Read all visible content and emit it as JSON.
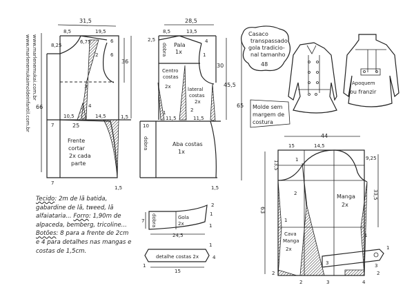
{
  "websites": [
    "www.marlenemukai.com.br",
    "www.marlenemukaimoldeinfantil.com.br"
  ],
  "front": {
    "width_top": "31,5",
    "neck_w": "8,5",
    "shoulder_w": "19,5",
    "neck_d": "8,25",
    "dart_top": "6,75",
    "dart_val": "2",
    "shoulder_drop": "6",
    "armhole": "6",
    "bust_h": "36",
    "total_h": "66",
    "dart_mid": "3",
    "dart_bottom": "4",
    "waist_left": "10,5",
    "waist_right": "14,5",
    "side": "1,5",
    "overlap_top": "7",
    "skirt_w": "25",
    "overlap_bottom": "7",
    "hem": "1,5",
    "label": [
      "Frente",
      "cortar",
      "2x cada",
      "parte"
    ]
  },
  "back": {
    "width_top": "28,5",
    "neck_w": "8,5",
    "shoulder_w": "13,5",
    "neck_d": "2,5",
    "shoulder_drop": "4",
    "fold_top": "dobra",
    "yoke_label": [
      "Pala",
      "1x"
    ],
    "armhole": "1",
    "armhole_h": "30",
    "total_h": "45,5",
    "center_label": [
      "Centro",
      "costas",
      "2x"
    ],
    "side_label": [
      "lateral",
      "costas",
      "2x"
    ],
    "dart_a": "1",
    "waist_a": "11,5",
    "dart_b": "2",
    "waist_b": "11,5",
    "skirt_left": "10",
    "fold_bottom": "dobra",
    "skirt_label": [
      "Aba costas",
      "1x"
    ],
    "hem": "1,5"
  },
  "title_cloud": [
    "Casaco",
    "transpassado",
    "gola tradicio-",
    "nal tamanho",
    "48"
  ],
  "back_note": [
    "Apoquem",
    "ou franzir"
  ],
  "seam_note": [
    "Molde sem",
    "margem de",
    "costura"
  ],
  "sleeve": {
    "total_h_outer": "65",
    "width": "44",
    "left_w": "15",
    "right_w": "14,5",
    "cap_h": "13,5",
    "cap_right": "9,25",
    "length": "63",
    "elbow": "33,5",
    "cap_mark": "1",
    "dart_mark": "2",
    "label": [
      "Manga",
      "2x"
    ],
    "under_label": [
      "Cava",
      "Manga",
      "2x"
    ],
    "side_mark_l": "1",
    "side_mark_r": "1",
    "tab_mark": "1",
    "tab_h": "3",
    "tab_h2": "3",
    "hem_l": "2",
    "hem_r": "2",
    "bot_a": "2",
    "bot_b": "3",
    "bot_c": "4"
  },
  "notes": {
    "fabric_label": "Tecido",
    "fabric": ": 2m de lã batida, gabardine de lã, tweed, lã alfaiataria...",
    "lining_label": "Forro",
    "lining": ": 1,90m de alpaceda, bemberg, tricoline...",
    "buttons_label": "Botões",
    "buttons": ": 8 para a frente de 2cm e 4 para detalhes nas mangas e costas de 1,5cm."
  },
  "collar": {
    "label": [
      "Gola",
      "2x"
    ],
    "height": "7",
    "fold": "dobra",
    "width": "24,5",
    "m1": "2",
    "m2": "1",
    "m3": "1"
  },
  "back_detail": {
    "label": "detalhe costas 2x",
    "width": "15",
    "height": "4",
    "m1": "1",
    "m2": "1"
  }
}
